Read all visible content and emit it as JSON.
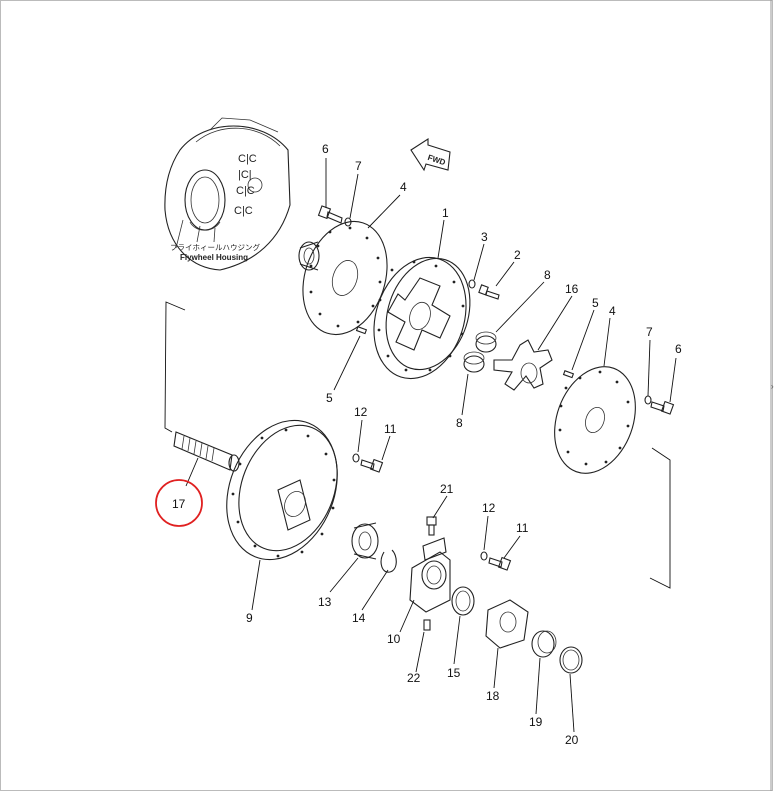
{
  "housing": {
    "label_jp": "フライホィールハウジング",
    "label_en": "Flywheel Housing"
  },
  "fwd_label": "FWD",
  "highlight": {
    "part": "17",
    "color": "#e02020"
  },
  "callouts": [
    {
      "id": "p6a",
      "label": "6"
    },
    {
      "id": "p7a",
      "label": "7"
    },
    {
      "id": "p4a",
      "label": "4"
    },
    {
      "id": "p1",
      "label": "1"
    },
    {
      "id": "p3",
      "label": "3"
    },
    {
      "id": "p2",
      "label": "2"
    },
    {
      "id": "p8a",
      "label": "8"
    },
    {
      "id": "p16",
      "label": "16"
    },
    {
      "id": "p5b",
      "label": "5"
    },
    {
      "id": "p4b",
      "label": "4"
    },
    {
      "id": "p7b",
      "label": "7"
    },
    {
      "id": "p6b",
      "label": "6"
    },
    {
      "id": "p5a",
      "label": "5"
    },
    {
      "id": "p8b",
      "label": "8"
    },
    {
      "id": "p12a",
      "label": "12"
    },
    {
      "id": "p11a",
      "label": "11"
    },
    {
      "id": "p17",
      "label": "17"
    },
    {
      "id": "p21",
      "label": "21"
    },
    {
      "id": "p12b",
      "label": "12"
    },
    {
      "id": "p11b",
      "label": "11"
    },
    {
      "id": "p9",
      "label": "9"
    },
    {
      "id": "p13",
      "label": "13"
    },
    {
      "id": "p14",
      "label": "14"
    },
    {
      "id": "p10",
      "label": "10"
    },
    {
      "id": "p22",
      "label": "22"
    },
    {
      "id": "p15",
      "label": "15"
    },
    {
      "id": "p18",
      "label": "18"
    },
    {
      "id": "p19",
      "label": "19"
    },
    {
      "id": "p20",
      "label": "20"
    }
  ]
}
